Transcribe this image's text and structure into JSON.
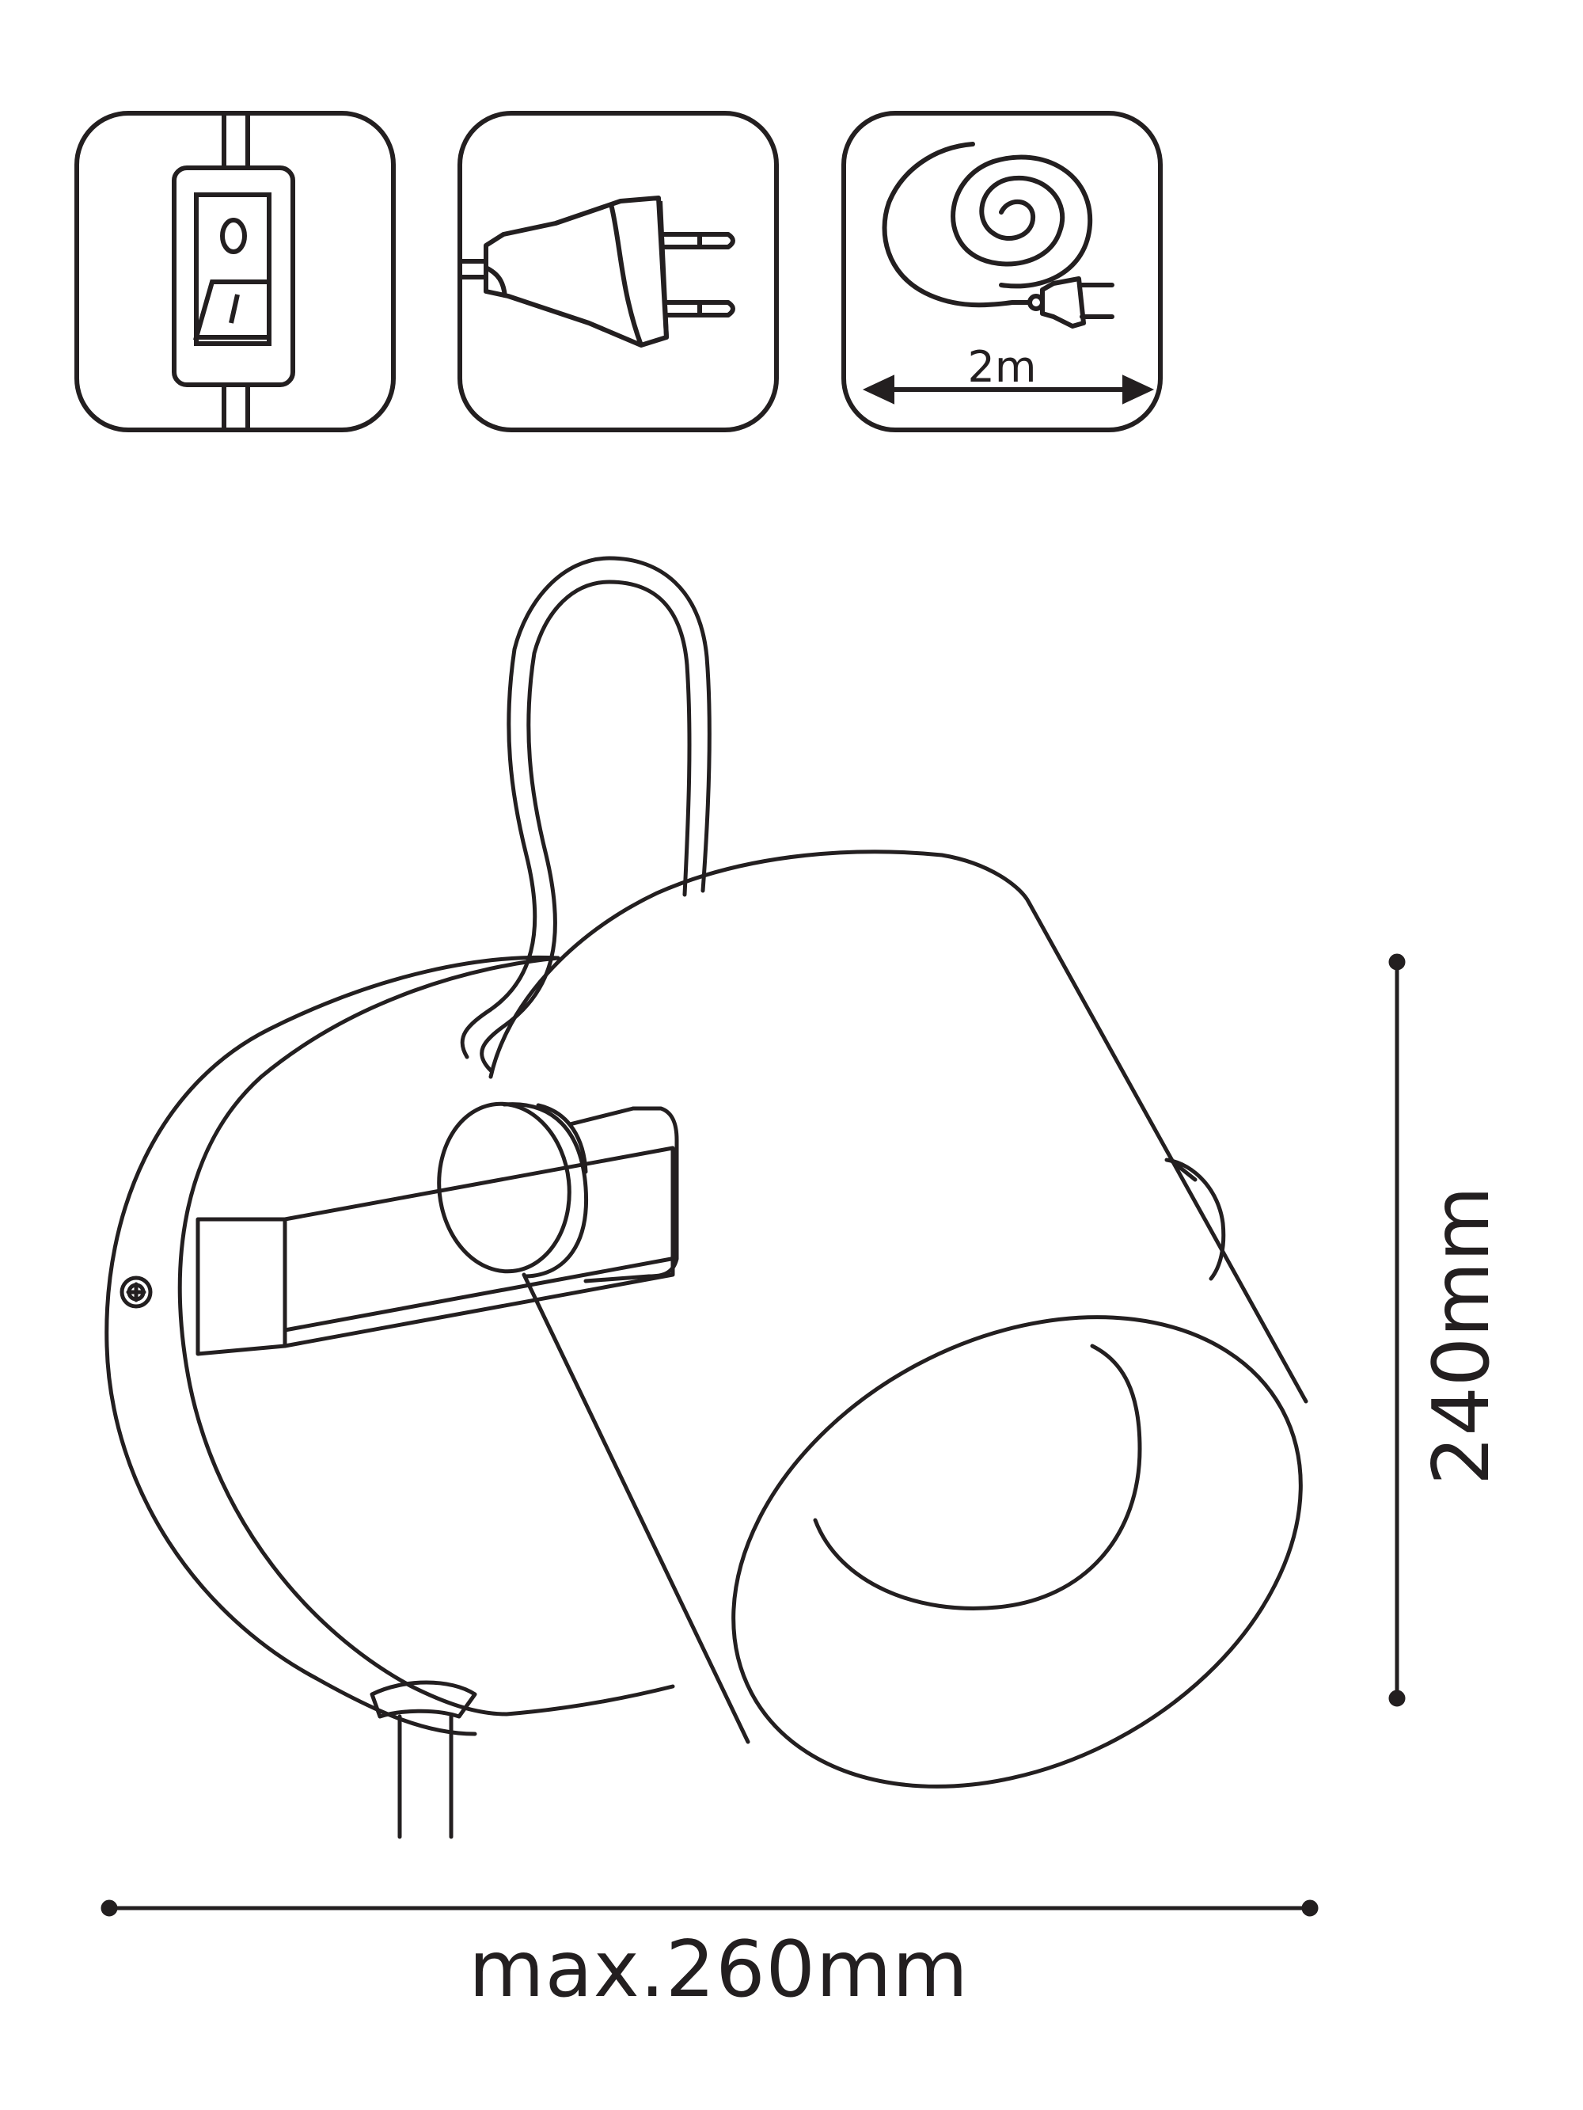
{
  "features": [
    {
      "icon": "rocker-switch-icon",
      "label": ""
    },
    {
      "icon": "euro-plug-icon",
      "label": ""
    },
    {
      "icon": "coiled-cable-icon",
      "label": "2m"
    }
  ],
  "dimensions": {
    "width_label": "max.260mm",
    "height_label": "240mm"
  },
  "colors": {
    "line": "#231f20",
    "background": "#ffffff"
  }
}
